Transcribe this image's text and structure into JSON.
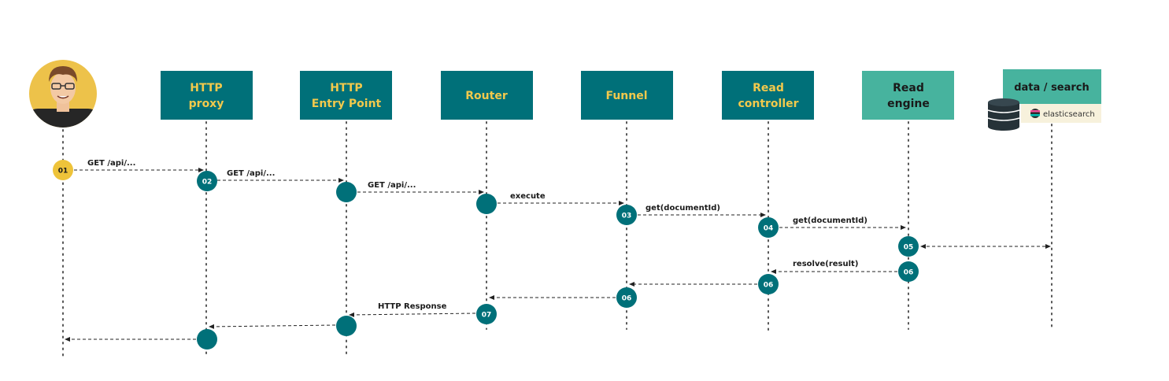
{
  "colors": {
    "teal": "#007079",
    "light_teal": "#47b39e",
    "yellow_text": "#f2c94c",
    "dark_text": "#1a1a1a",
    "actor_step": "#eec33a",
    "elastic_bg": "#f7f1dc"
  },
  "actor": {
    "icon": "user-avatar-icon"
  },
  "participants": [
    {
      "id": "proxy",
      "lines": [
        "HTTP",
        "proxy"
      ]
    },
    {
      "id": "entry",
      "lines": [
        "HTTP",
        "Entry Point"
      ]
    },
    {
      "id": "router",
      "lines": [
        "Router"
      ]
    },
    {
      "id": "funnel",
      "lines": [
        "Funnel"
      ]
    },
    {
      "id": "readctl",
      "lines": [
        "Read",
        "controller"
      ]
    },
    {
      "id": "engine",
      "lines": [
        "Read",
        "engine"
      ]
    },
    {
      "id": "store",
      "lines": [
        "data / search"
      ],
      "product": "elasticsearch",
      "icon": "database-icon"
    }
  ],
  "messages": [
    {
      "label": "GET /api/...",
      "step": "01"
    },
    {
      "label": "GET /api/...",
      "step": "02"
    },
    {
      "label": "GET /api/...",
      "step": ""
    },
    {
      "label": "execute",
      "step": ""
    },
    {
      "label": "get(documentId)",
      "step": "03"
    },
    {
      "label": "get(documentId)",
      "step": "04"
    },
    {
      "label": "",
      "step": "05"
    },
    {
      "label": "resolve(result)",
      "step": "06"
    },
    {
      "label": "",
      "step": "06"
    },
    {
      "label": "",
      "step": "06"
    },
    {
      "label": "HTTP Response",
      "step": "07"
    },
    {
      "label": "",
      "step": ""
    },
    {
      "label": "",
      "step": ""
    }
  ]
}
